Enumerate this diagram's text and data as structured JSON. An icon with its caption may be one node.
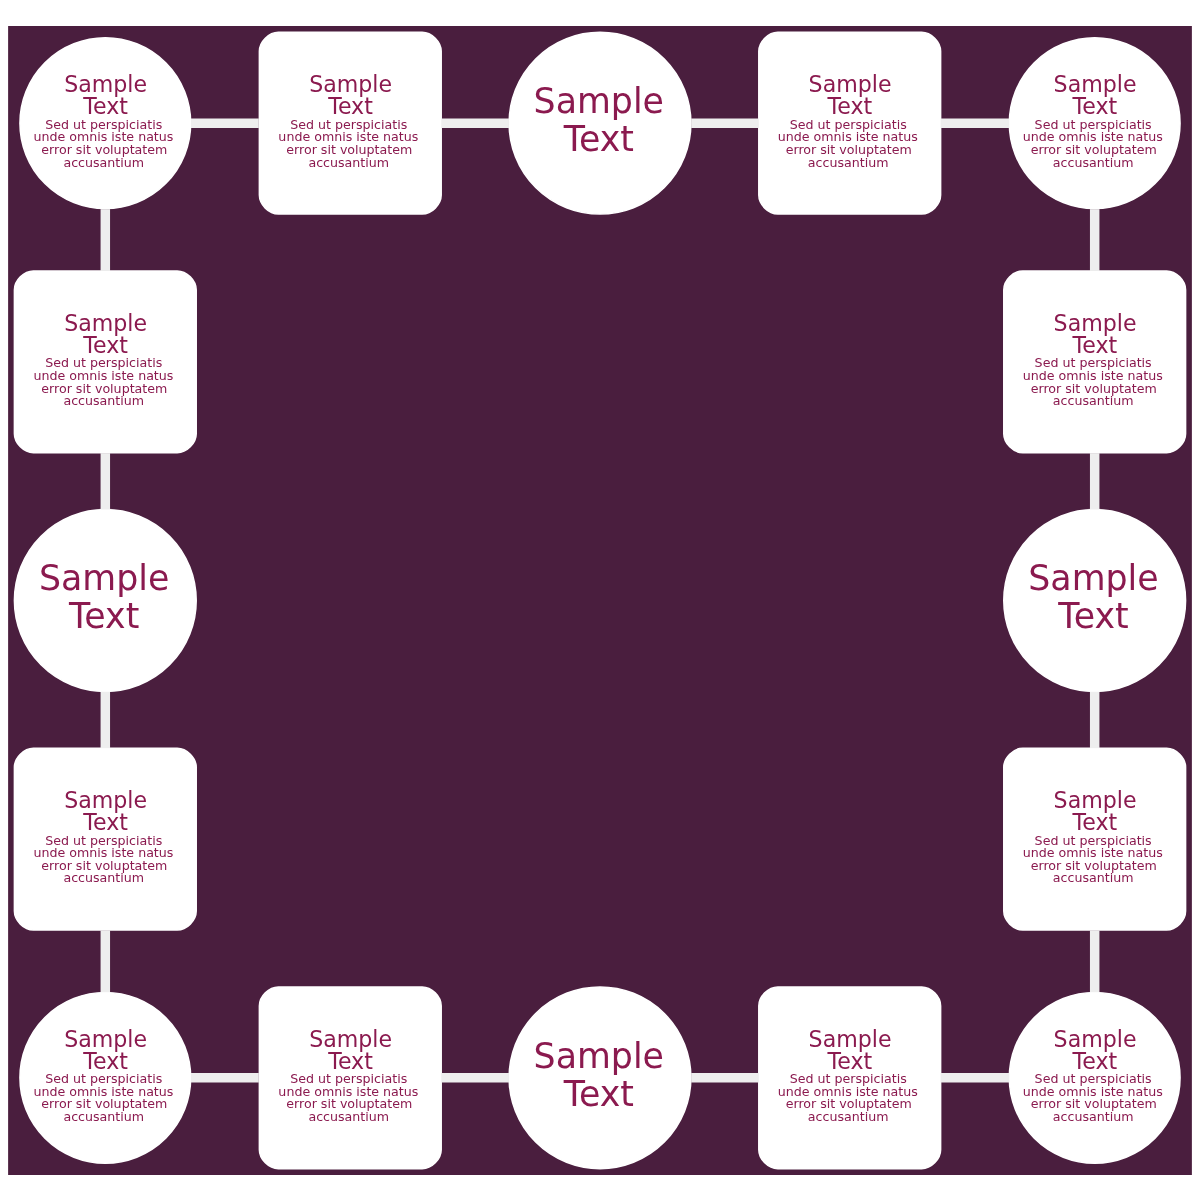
{
  "diagram": {
    "nodes": [
      {
        "text": [
          "Sample Text",
          "Sed ut perspiciatis unde omnis iste natus error sit voluptatem accusantium"
        ]
      },
      {
        "text": [
          "Sample Text",
          "Sed ut perspiciatis unde omnis iste natus error sit voluptatem accusantium"
        ]
      },
      {
        "text": [
          "Sample Text"
        ]
      },
      {
        "text": [
          "Sample Text",
          "Sed ut perspiciatis unde omnis iste natus error sit voluptatem accusantium"
        ]
      },
      {
        "text": [
          "Sample Text",
          "Sed ut perspiciatis unde omnis iste natus error sit voluptatem accusantium"
        ]
      },
      {
        "text": [
          "Sample Text",
          "Sed ut perspiciatis unde omnis iste natus error sit voluptatem accusantium"
        ]
      },
      {
        "text": [
          "Sample Text",
          "Sed ut perspiciatis unde omnis iste natus error sit voluptatem accusantium"
        ]
      },
      {
        "text": [
          "Sample Text"
        ]
      },
      {
        "text": [
          "Sample Text"
        ]
      },
      {
        "text": [
          "Sample Text",
          "Sed ut perspiciatis unde omnis iste natus error sit voluptatem accusantium"
        ]
      },
      {
        "text": [
          "Sample Text",
          "Sed ut perspiciatis unde omnis iste natus error sit voluptatem accusantium"
        ]
      },
      {
        "text": [
          "Sample Text",
          "Sed ut perspiciatis unde omnis iste natus error sit voluptatem accusantium"
        ]
      },
      {
        "text": [
          "Sample Text",
          "Sed ut perspiciatis unde omnis iste natus error sit voluptatem accusantium"
        ]
      },
      {
        "text": [
          "Sample Text"
        ]
      },
      {
        "text": [
          "Sample Text",
          "Sed ut perspiciatis unde omnis iste natus error sit voluptatem accusantium"
        ]
      },
      {
        "text": [
          "Sample Text",
          "Sed ut perspiciatis unde omnis iste natus error sit voluptatem accusantium"
        ]
      }
    ],
    "edges": [
      {
        "from": 0,
        "to": 1,
        "arrow": "none"
      },
      {
        "from": 1,
        "to": 2,
        "arrow": "none"
      },
      {
        "from": 2,
        "to": 3,
        "arrow": "none"
      },
      {
        "from": 3,
        "to": 4,
        "arrow": "none"
      },
      {
        "from": 0,
        "to": 5,
        "arrow": "none"
      },
      {
        "from": 4,
        "to": 6,
        "arrow": "none"
      },
      {
        "from": 5,
        "to": 7,
        "arrow": "none"
      },
      {
        "from": 6,
        "to": 8,
        "arrow": "none"
      },
      {
        "from": 7,
        "to": 9,
        "arrow": "none"
      },
      {
        "from": 8,
        "to": 10,
        "arrow": "none"
      },
      {
        "from": 9,
        "to": 11,
        "arrow": "none"
      },
      {
        "from": 10,
        "to": 15,
        "arrow": "none"
      },
      {
        "from": 11,
        "to": 12,
        "arrow": "none"
      },
      {
        "from": 12,
        "to": 13,
        "arrow": "none"
      },
      {
        "from": 13,
        "to": 14,
        "arrow": "none"
      },
      {
        "from": 14,
        "to": 15,
        "arrow": "none"
      }
    ]
  }
}
